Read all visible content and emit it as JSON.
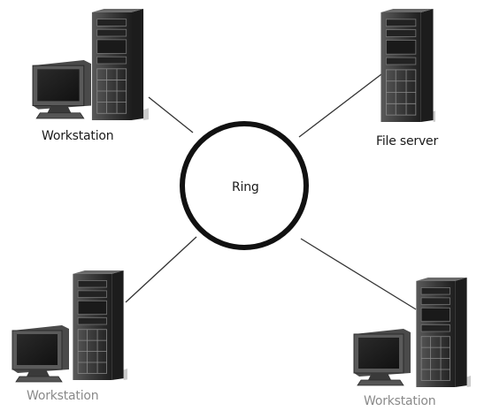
{
  "diagram": {
    "ring_label": "Ring",
    "nodes": [
      {
        "id": "top-left",
        "label": "Workstation",
        "device": "workstation"
      },
      {
        "id": "top-right",
        "label": "File server",
        "device": "file-server"
      },
      {
        "id": "bottom-left",
        "label": "Workstation",
        "device": "workstation"
      },
      {
        "id": "bottom-right",
        "label": "Workstation",
        "device": "workstation"
      }
    ]
  },
  "colors": {
    "ring": "#111111",
    "link": "#333333",
    "tower_dark": "#2a2a2a",
    "tower_mid": "#4a4a4a",
    "monitor": "#3a3a3a"
  }
}
